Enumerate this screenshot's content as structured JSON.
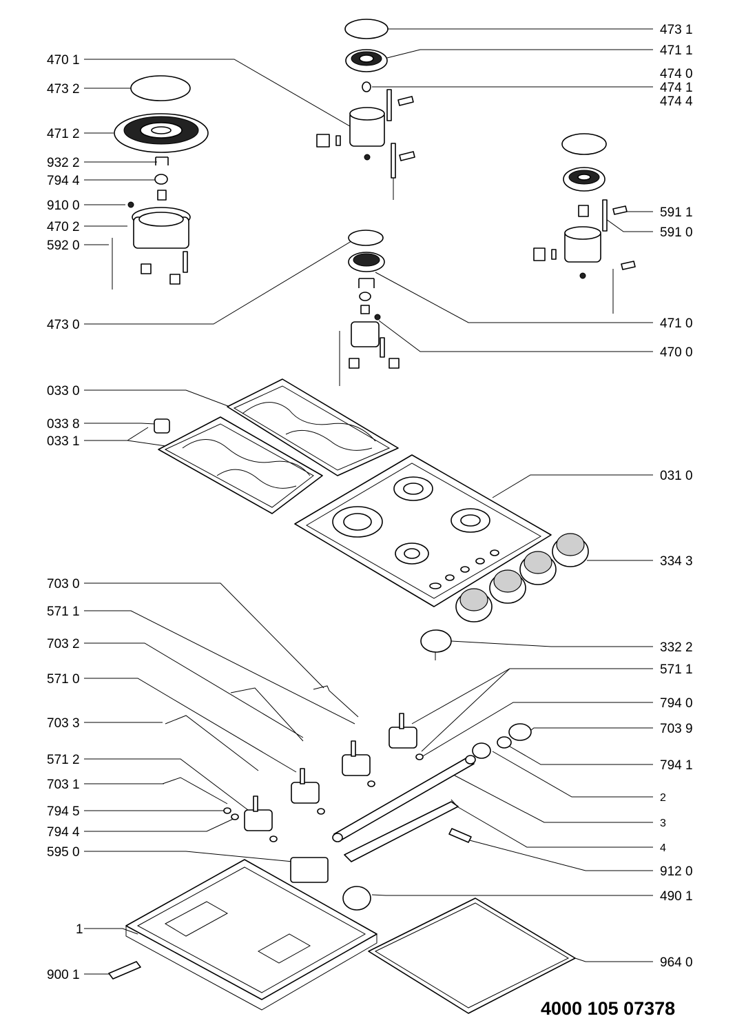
{
  "document_number": "4000 105 07378",
  "left_labels": {
    "l_470_1": "470 1",
    "l_473_2": "473 2",
    "l_471_2": "471 2",
    "l_932_2": "932 2",
    "l_794_4a": "794 4",
    "l_910_0": "910 0",
    "l_470_2": "470 2",
    "l_592_0": "592 0",
    "l_473_0": "473 0",
    "l_033_0": "033 0",
    "l_033_8": "033 8",
    "l_033_1": "033 1",
    "l_703_0": "703 0",
    "l_571_1": "571 1",
    "l_703_2": "703 2",
    "l_571_0": "571 0",
    "l_703_3": "703 3",
    "l_571_2": "571 2",
    "l_703_1": "703 1",
    "l_794_5": "794 5",
    "l_794_4b": "794 4",
    "l_595_0": "595 0",
    "l_1": "1",
    "l_900_1": "900 1"
  },
  "right_labels": {
    "r_473_1": "473 1",
    "r_471_1": "471 1",
    "r_474_0": "474 0",
    "r_474_1": "474 1",
    "r_474_4": "474 4",
    "r_591_1": "591 1",
    "r_591_0": "591 0",
    "r_471_0": "471 0",
    "r_470_0": "470 0",
    "r_031_0": "031 0",
    "r_334_3": "334 3",
    "r_332_2": "332 2",
    "r_571_1": "571 1",
    "r_794_0": "794 0",
    "r_703_9": "703 9",
    "r_794_1": "794 1",
    "r_2": "2",
    "r_3": "3",
    "r_4": "4",
    "r_912_0": "912 0",
    "r_490_1": "490 1",
    "r_964_0": "964 0"
  }
}
